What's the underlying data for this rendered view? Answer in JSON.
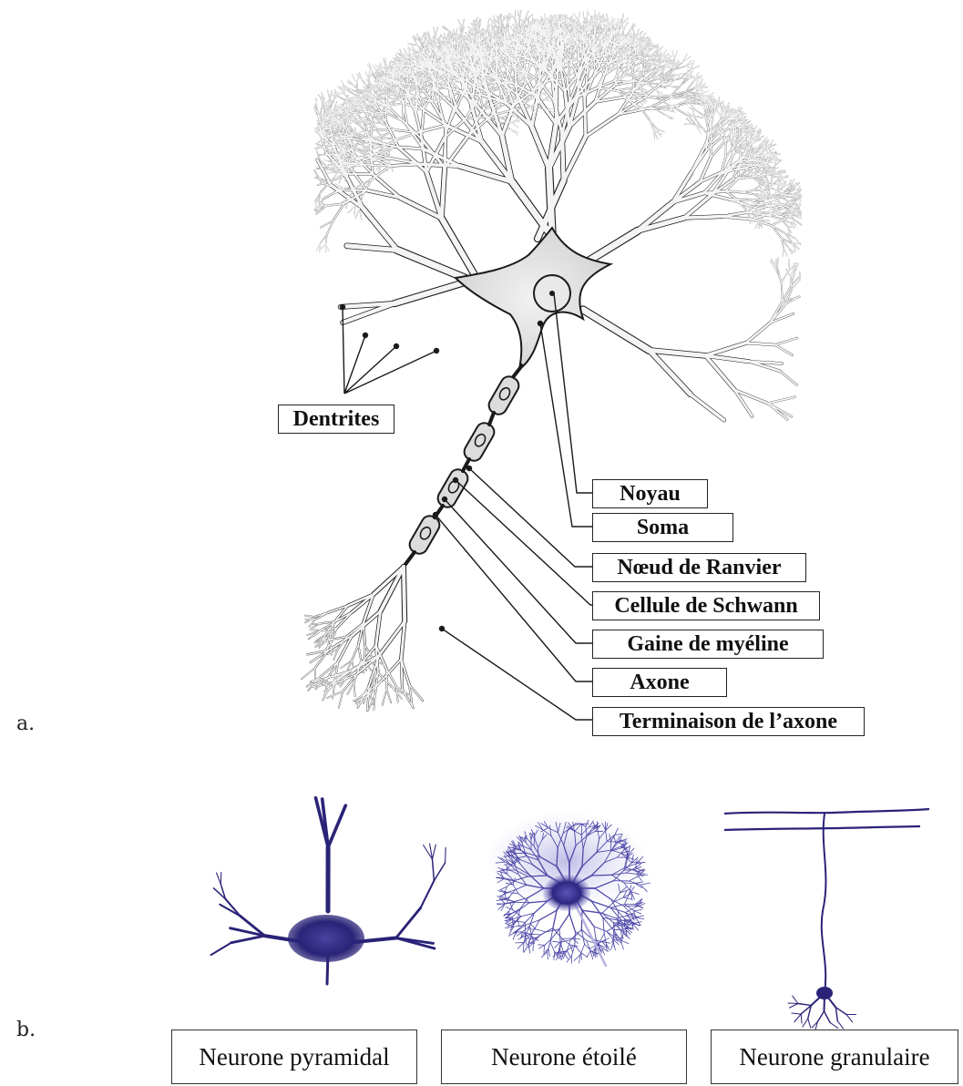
{
  "panel_a": {
    "letter": "a.",
    "labels": {
      "dendrites": "Dentrites",
      "nucleus": "Noyau",
      "soma": "Soma",
      "node_ranvier": "Nœud de Ranvier",
      "schwann_cell": "Cellule de Schwann",
      "myelin_sheath": "Gaine de myéline",
      "axon": "Axone",
      "axon_terminal": "Terminaison de l’axone"
    }
  },
  "panel_b": {
    "letter": "b.",
    "types": [
      "Neurone pyramidal",
      "Neurone étoilé",
      "Neurone granulaire"
    ]
  },
  "colors": {
    "outline": "#1a1a1a",
    "soma_fill": "#e4e4e4",
    "myelin_fill": "#dcdcdc",
    "stain_dark": "#2a2377",
    "stain_mid": "#4f49a8",
    "stain_light": "#b7b3e0"
  }
}
